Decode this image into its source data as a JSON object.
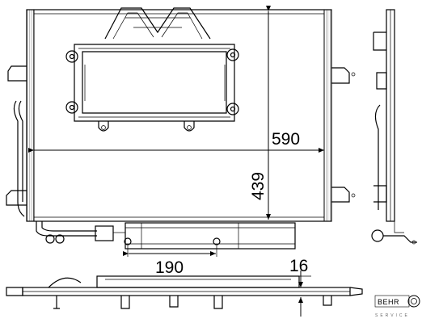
{
  "dimensions": {
    "width": "590",
    "height": "439",
    "offset": "190",
    "depth": "16"
  },
  "logo": {
    "text": "BEHR",
    "subtext": "SERVICE"
  }
}
